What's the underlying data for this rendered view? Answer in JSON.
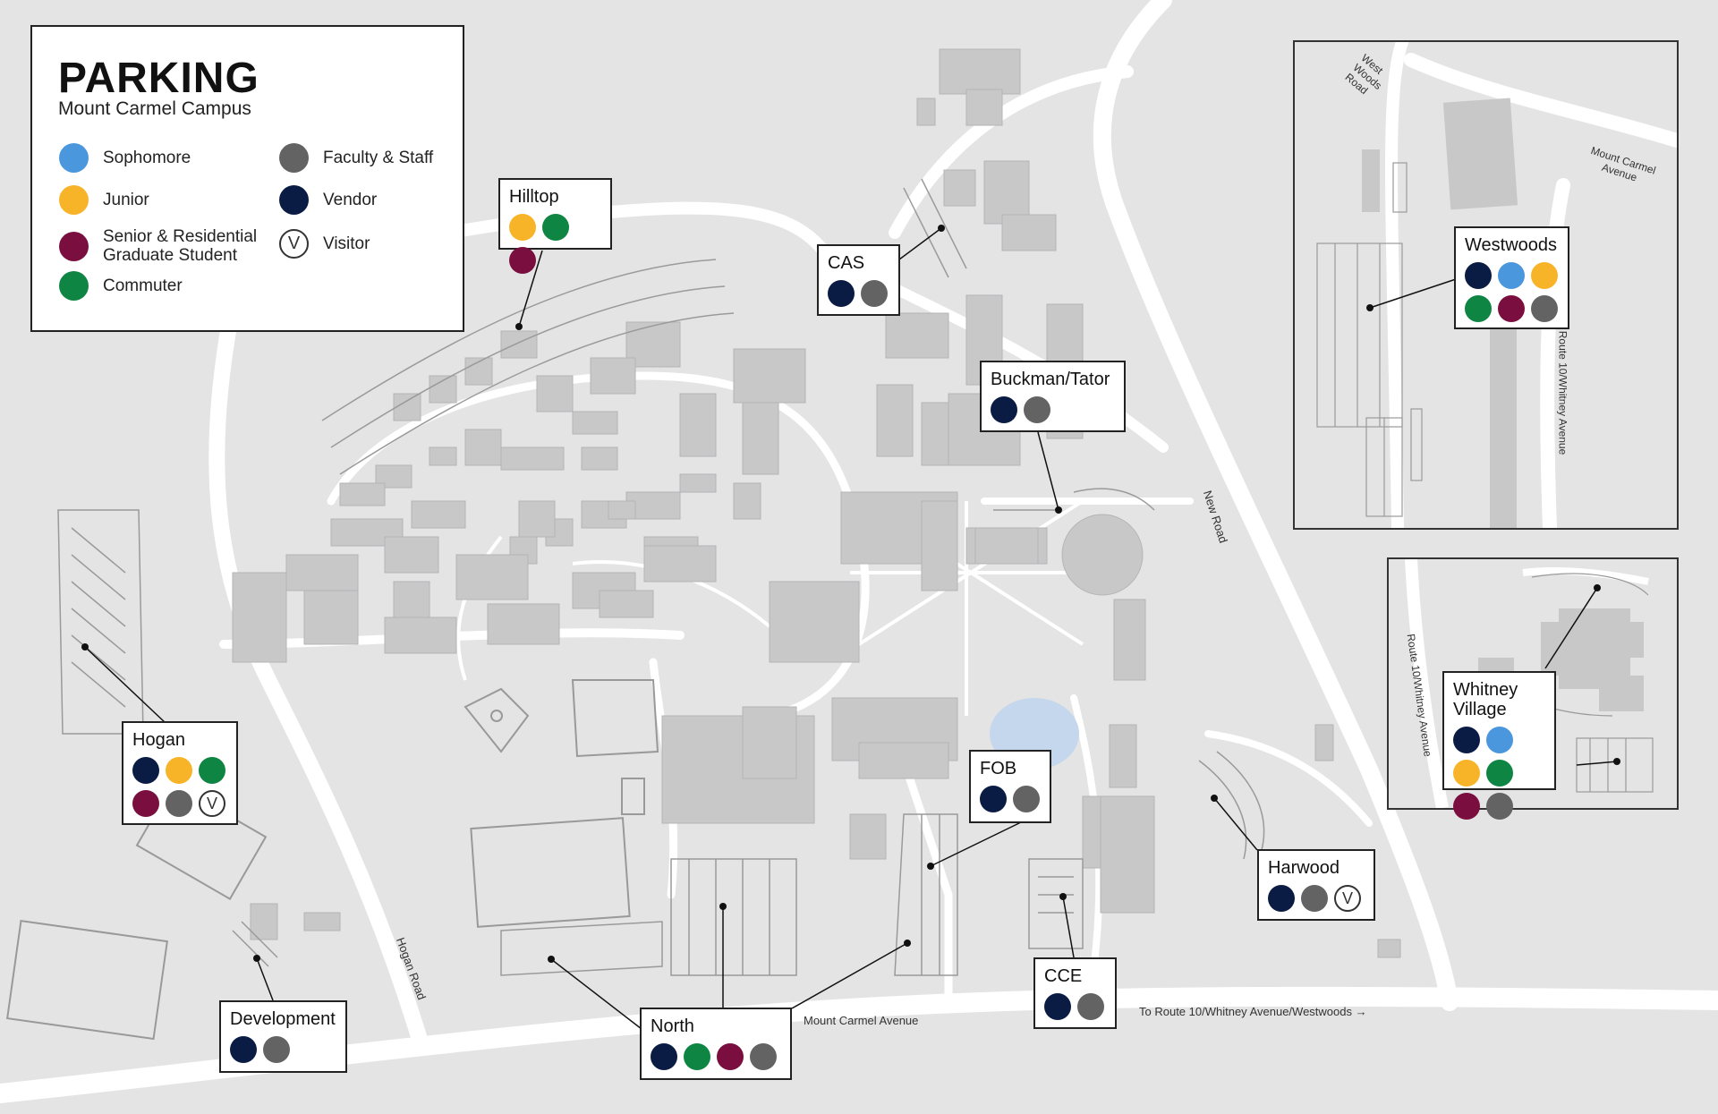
{
  "legend": {
    "title": "PARKING",
    "subtitle": "Mount Carmel Campus",
    "items": [
      {
        "label": "Sophomore",
        "color": "#4a97dd"
      },
      {
        "label": "Junior",
        "color": "#f8b428"
      },
      {
        "label": "Senior & Residential Graduate Student",
        "color": "#7a0f3f"
      },
      {
        "label": "Commuter",
        "color": "#0f8543"
      },
      {
        "label": "Faculty & Staff",
        "color": "#636363"
      },
      {
        "label": "Vendor",
        "color": "#0b1c44"
      },
      {
        "label": "Visitor",
        "color": "#ffffff",
        "symbol": "V"
      }
    ]
  },
  "visitor_symbol": "V",
  "lots": [
    {
      "name": "Hilltop",
      "colors": [
        "#f8b428",
        "#0f8543",
        "#7a0f3f"
      ]
    },
    {
      "name": "CAS",
      "colors": [
        "#0b1c44",
        "#636363"
      ]
    },
    {
      "name": "Buckman/Tator",
      "colors": [
        "#0b1c44",
        "#636363"
      ]
    },
    {
      "name": "Hogan",
      "colors": [
        "#0b1c44",
        "#f8b428",
        "#0f8543",
        "#7a0f3f",
        "#636363",
        "visitor"
      ]
    },
    {
      "name": "FOB",
      "colors": [
        "#0b1c44",
        "#636363"
      ]
    },
    {
      "name": "Harwood",
      "colors": [
        "#0b1c44",
        "#636363",
        "visitor"
      ]
    },
    {
      "name": "CCE",
      "colors": [
        "#0b1c44",
        "#636363"
      ]
    },
    {
      "name": "North",
      "colors": [
        "#0b1c44",
        "#0f8543",
        "#7a0f3f",
        "#636363"
      ]
    },
    {
      "name": "Development",
      "colors": [
        "#0b1c44",
        "#636363"
      ]
    },
    {
      "name": "Westwoods",
      "colors": [
        "#0b1c44",
        "#4a97dd",
        "#f8b428",
        "#0f8543",
        "#7a0f3f",
        "#636363"
      ]
    },
    {
      "name": "Whitney Village",
      "colors": [
        "#0b1c44",
        "#4a97dd",
        "#f8b428",
        "#0f8543",
        "#7a0f3f",
        "#636363"
      ]
    }
  ],
  "roads": {
    "mount_carmel_avenue": "Mount Carmel Avenue",
    "to_route_10": "To Route 10/Whitney Avenue/Westwoods →",
    "hogan_road": "Hogan Road",
    "new_road": "New Road",
    "west_woods_road": "West Woods Road",
    "mount_carmel_avenue_inset": "Mount Carmel Avenue",
    "route_10_westwoods": "Route 10/Whitney Avenue",
    "route_10_whitney": "Route 10/Whitney Avenue"
  }
}
